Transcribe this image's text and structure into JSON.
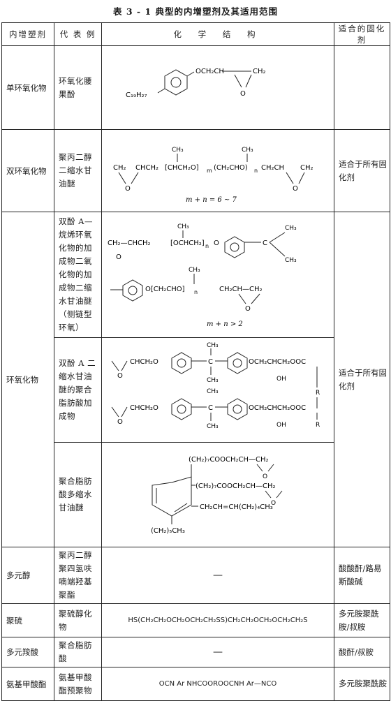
{
  "caption": "表 3 - 1   典型的内增塑剂及其适用范围",
  "headers": {
    "type": "内增塑剂",
    "example": "代 表 例",
    "structure": "化 学 结 构",
    "curing": "适合的固化剂"
  },
  "rows": {
    "r1": {
      "type": "单环氧化物",
      "example": "环氧化腰果酚",
      "curing": ""
    },
    "r2": {
      "type": "双环氧化物",
      "example": "聚丙二醇二缩水甘油醚",
      "curing": "适合于所有固化剂",
      "note": "m + n = 6 ~ 7"
    },
    "r3": {
      "type": "",
      "example": "双酚 A—烷烯环氧化物的加成物二氧化物的加成物二缩水甘油醚（侧链型环氧）",
      "note": "m + n > 2"
    },
    "r4": {
      "type": "环氧化物",
      "example": "双酚 A 二缩水甘油醚的聚合脂肪酸加成物",
      "curing": "适合于所有固化剂"
    },
    "r5": {
      "example": "聚合脂肪酸多缩水甘油醚"
    },
    "r6": {
      "type": "多元醇",
      "example": "聚丙二醇聚四氢呋喃端羟基聚酯",
      "structure": "—",
      "curing": "酸酸酐/路易斯酸碱"
    },
    "r7": {
      "type": "聚硫",
      "example": "聚硫醇化物",
      "structure": "HS(CH₂CH₂OCH₂OCH₂CH₂SS)CH₂CH₂OCH₂OCH₂CH₂S",
      "curing": "多元胺聚酰胺/叔胺"
    },
    "r8": {
      "type": "多元羧酸",
      "example": "聚合脂肪酸",
      "structure": "—",
      "curing": "酸酐/叔胺"
    },
    "r9": {
      "type": "氨基甲酸酯",
      "example": "氨基甲酸酯预聚物",
      "structure": "OCN  Ar  NHCOOROOCNH  Ar—NCO",
      "curing": "多元胺聚酰胺"
    }
  },
  "chem_labels": {
    "r1_c19": "C₁₉H₂₇",
    "r1_och2": "OCH₂CH",
    "r1_ch2": "CH₂",
    "r1_o": "O",
    "r2_a": "CH₂",
    "r2_b": "CHCH₂",
    "r2_c": "[CHCH₂O]",
    "r2_m": "m",
    "r2_d": "(CH₂CHO)",
    "r2_n": "n",
    "r2_e": "CH₂CH",
    "r2_f": "CH₂",
    "r2_ch3": "CH₃",
    "r3_a": "CH₂—CHCH₂",
    "r3_b": "[OCHCH₂]",
    "r3_n": "n",
    "r3_c": "O",
    "r3_ch3": "CH₃",
    "r3_o": "O",
    "r3_c2": "C",
    "r3_d": "O[CH₂CHO]",
    "r3_n2": "n",
    "r3_e": "CH₂CH—CH₂",
    "r4_a": "CHCH₂O",
    "r4_b": "C",
    "r4_c": "OCH₂CHCH₂OOC",
    "r4_oh": "OH",
    "r4_r": "R",
    "r4_ch3": "CH₃",
    "r5_a": "(CH₂)₇COOCH₂CH—CH₂",
    "r5_b": "(CH₂)₇COOCH₂CH—CH₂",
    "r5_c": "CH₂CH=CH(CH₂)₄CH₃",
    "r5_d": "(CH₂)₅CH₃",
    "r5_o": "O"
  }
}
